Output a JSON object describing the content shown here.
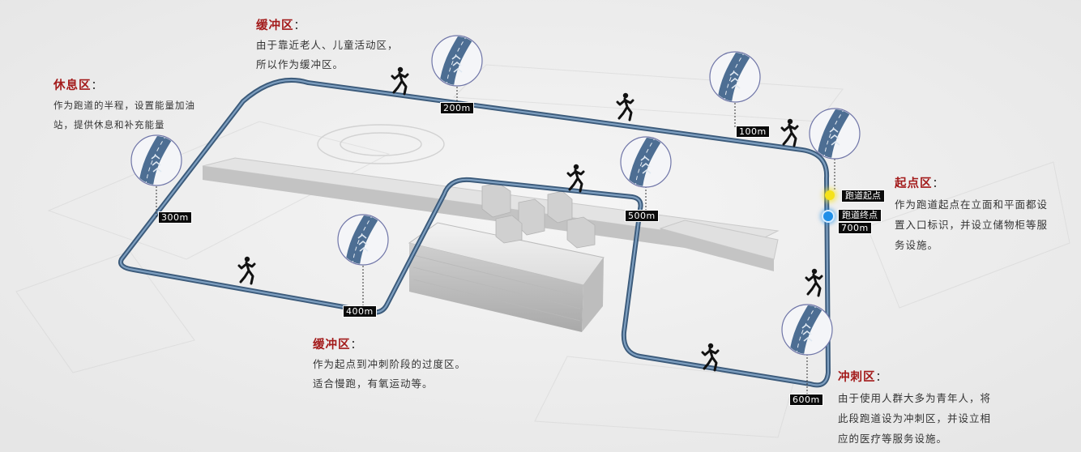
{
  "zones": {
    "rest": {
      "title": "休息区",
      "colon": "：",
      "lines": [
        "作为跑道的半程，设置能量加油",
        "站，提供休息和补充能量"
      ]
    },
    "buffer_top": {
      "title": "缓冲区",
      "colon": "：",
      "lines": [
        "由于靠近老人、儿童活动区，",
        "所以作为缓冲区。"
      ]
    },
    "buffer_bottom": {
      "title": "缓冲区",
      "colon": "：",
      "lines": [
        "作为起点到冲刺阶段的过度区。",
        "适合慢跑，有氧运动等。"
      ]
    },
    "start": {
      "title": "起点区",
      "colon": "：",
      "lines": [
        "作为跑道起点在立面和平面都设",
        "置入口标识，并设立储物柜等服",
        "务设施。"
      ]
    },
    "sprint": {
      "title": "冲刺区",
      "colon": "：",
      "lines": [
        "由于使用人群大多为青年人，将",
        "此段跑道设为冲刺区，并设立相",
        "应的医疗等服务设施。"
      ]
    }
  },
  "distance_markers": {
    "m100": "100m",
    "m200": "200m",
    "m300": "300m",
    "m400": "400m",
    "m500": "500m",
    "m600": "600m",
    "m700": "700m"
  },
  "points": {
    "start": {
      "label": "跑道起点",
      "color": "#f5e21a"
    },
    "end": {
      "label": "跑道终点",
      "color": "#1f8fe8"
    }
  },
  "colors": {
    "track": "#4c6f94",
    "title_accent": "#a31a1a",
    "marker_bg": "#0b0b0b"
  },
  "icons": [
    "runner-icon",
    "track-detail-lens"
  ]
}
